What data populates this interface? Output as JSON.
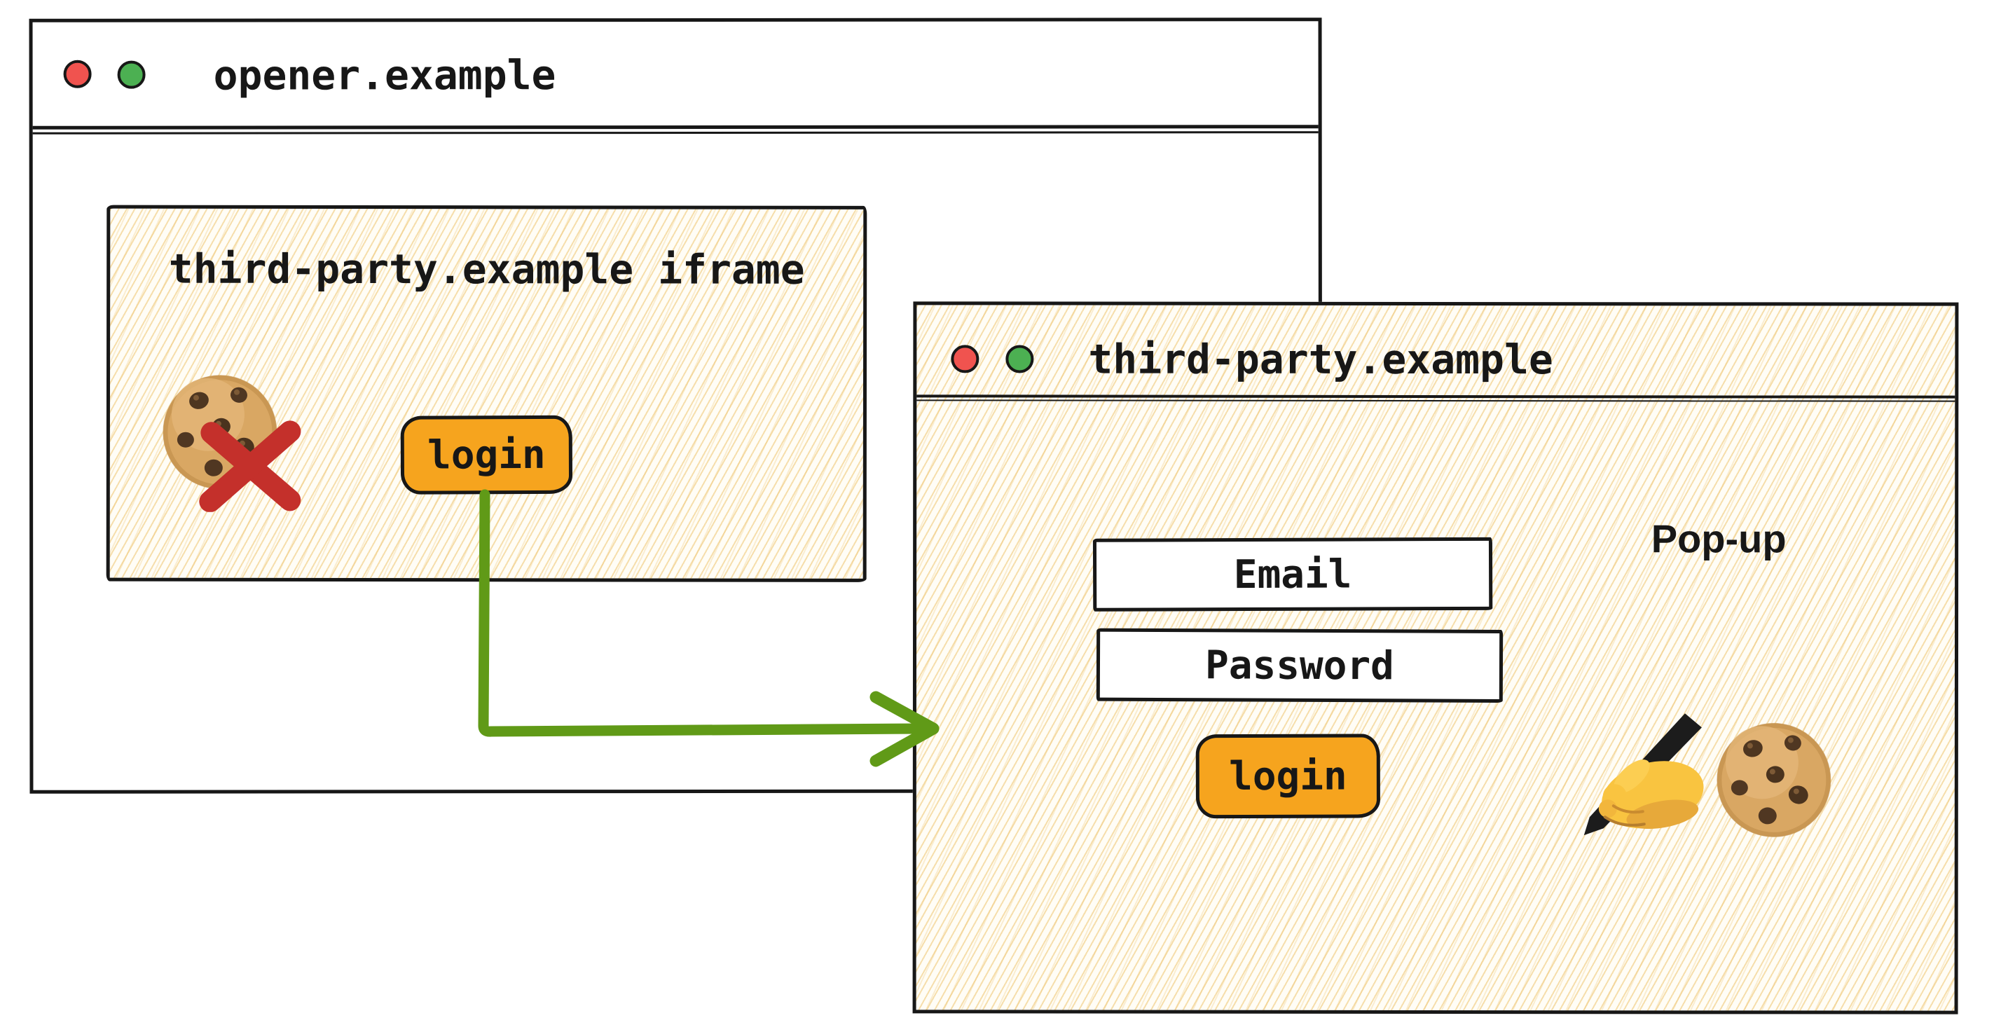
{
  "opener_window": {
    "title": "opener.example",
    "iframe": {
      "label": "third-party.example iframe",
      "login_button_label": "login"
    }
  },
  "popup_window": {
    "title": "third-party.example",
    "annotation": "Pop-up",
    "email_field": {
      "placeholder": "Email"
    },
    "password_field": {
      "placeholder": "Password"
    },
    "login_button_label": "login"
  },
  "icons": {
    "opener_traffic_lights": [
      "red-dot",
      "green-dot"
    ],
    "popup_traffic_lights": [
      "red-dot",
      "green-dot"
    ],
    "iframe_blocked_cookie": "cookie-with-red-cross",
    "popup_icons": [
      "writing-hand",
      "cookie"
    ],
    "flow_arrow": "green-elbow-arrow-right"
  },
  "colors": {
    "button_orange": "#F6A41E",
    "arrow_green": "#609A17",
    "cross_red": "#C4302B",
    "traffic_red": "#F0534F",
    "traffic_green": "#4CB052",
    "hatch_line": "#EEC46E",
    "ink_black": "#171717"
  }
}
